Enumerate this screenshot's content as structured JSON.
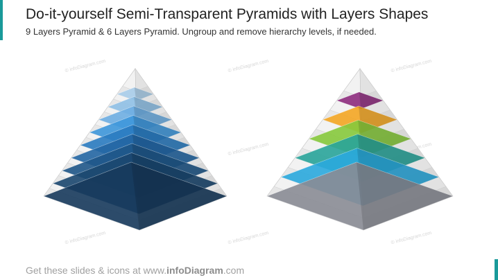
{
  "slide": {
    "title": "Do-it-yourself Semi-Transparent Pyramids with Layers Shapes",
    "subtitle": "9 Layers Pyramid & 6 Layers Pyramid. Ungroup and remove hierarchy levels, if needed.",
    "footer_prefix": "Get these slides & icons at www.",
    "footer_brand": "infoDiagram",
    "footer_suffix": ".com",
    "watermark": "© infoDiagram.com"
  },
  "colors": {
    "accent": "#1a9a9a",
    "pyramid9_layers": [
      "#a9cdea",
      "#8fc0e6",
      "#6eaee2",
      "#3e97da",
      "#2a7bc0",
      "#2366a3",
      "#1f5688",
      "#1b476f",
      "#173a5c"
    ],
    "pyramid6_layers": [
      "#8e2c7e",
      "#f4a623",
      "#86c93c",
      "#29a49a",
      "#2aa8dd",
      "#8a8c95"
    ]
  }
}
